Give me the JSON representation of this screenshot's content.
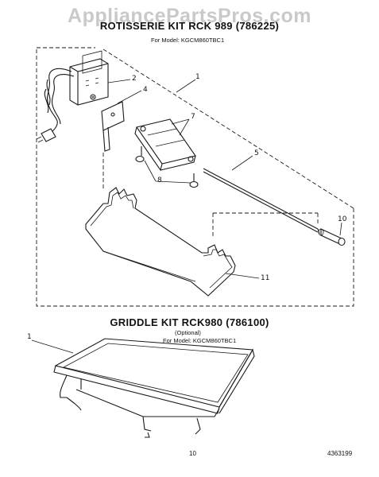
{
  "watermark": "AppliancePartsPros.com",
  "rotisserie": {
    "title": "ROTISSERIE KIT RCK 989 (786225)",
    "model": "For Model: KGCM860TBC1"
  },
  "griddle": {
    "title": "GRIDDLE KIT RCK980 (786100)",
    "optional": "(Optional)",
    "model": "For Model: KGCM860TBC1"
  },
  "callouts": {
    "c1": "1",
    "c2": "2",
    "c4": "4",
    "c7": "7",
    "c5": "5",
    "c8": "8",
    "c10": "10",
    "c11": "11",
    "g1": "1"
  },
  "footer": {
    "page": "10",
    "doc_number": "4363199"
  }
}
